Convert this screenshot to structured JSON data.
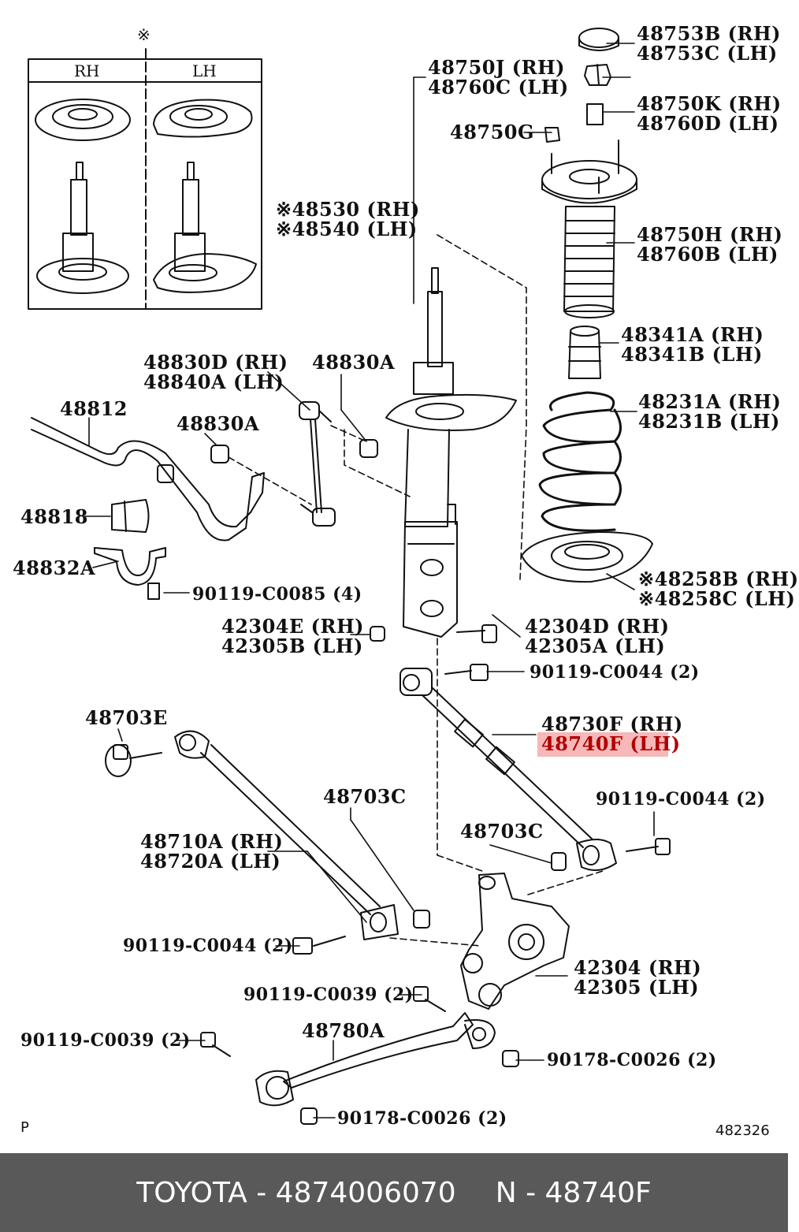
{
  "inset": {
    "mark": "※",
    "col_rh": "RH",
    "col_lh": "LH"
  },
  "labels": {
    "l48753": [
      "48753B (RH)",
      "48753C (LH)"
    ],
    "l48750j": [
      "48750J (RH)",
      "48760C (LH)"
    ],
    "l48750k": [
      "48750K (RH)",
      "48760D (LH)"
    ],
    "l48750g": [
      "48750G"
    ],
    "l48530": [
      "※48530 (RH)",
      "※48540 (LH)"
    ],
    "l48750h": [
      "48750H (RH)",
      "48760B (LH)"
    ],
    "l48341": [
      "48341A (RH)",
      "48341B (LH)"
    ],
    "l48830d": [
      "48830D (RH)",
      "48840A (LH)"
    ],
    "l48830a1": [
      "48830A"
    ],
    "l48231": [
      "48231A (RH)",
      "48231B (LH)"
    ],
    "l48812": [
      "48812"
    ],
    "l48830a2": [
      "48830A"
    ],
    "l48818": [
      "48818"
    ],
    "l48832": [
      "48832A"
    ],
    "l90119_0085": [
      "90119-C0085 (4)"
    ],
    "l48258": [
      "※48258B (RH)",
      "※48258C (LH)"
    ],
    "l42304e": [
      "42304E (RH)",
      "42305B (LH)"
    ],
    "l42304d": [
      "42304D (RH)",
      "42305A (LH)"
    ],
    "l90119_0044a": [
      "90119-C0044 (2)"
    ],
    "l48703e": [
      "48703E"
    ],
    "l48730f": [
      "48730F (RH)",
      "48740F (LH)"
    ],
    "l90119_0044b": [
      "90119-C0044 (2)"
    ],
    "l48703c1": [
      "48703C"
    ],
    "l48703c2": [
      "48703C"
    ],
    "l48710a": [
      "48710A (RH)",
      "48720A (LH)"
    ],
    "l90119_0044c": [
      "90119-C0044 (2)"
    ],
    "l42304": [
      "42304 (RH)",
      "42305 (LH)"
    ],
    "l90119_0039a": [
      "90119-C0039 (2)"
    ],
    "l48780a": [
      "48780A"
    ],
    "l90119_0039b": [
      "90119-C0039 (2)"
    ],
    "l90178a": [
      "90178-C0026 (2)"
    ],
    "l90178b": [
      "90178-C0026 (2)"
    ]
  },
  "highlight_color": "#f6b8b8",
  "corner_left": "P",
  "corner_right": "482326",
  "footer": {
    "left": "TOYOTA - 4874006070",
    "right": "N - 48740F"
  }
}
